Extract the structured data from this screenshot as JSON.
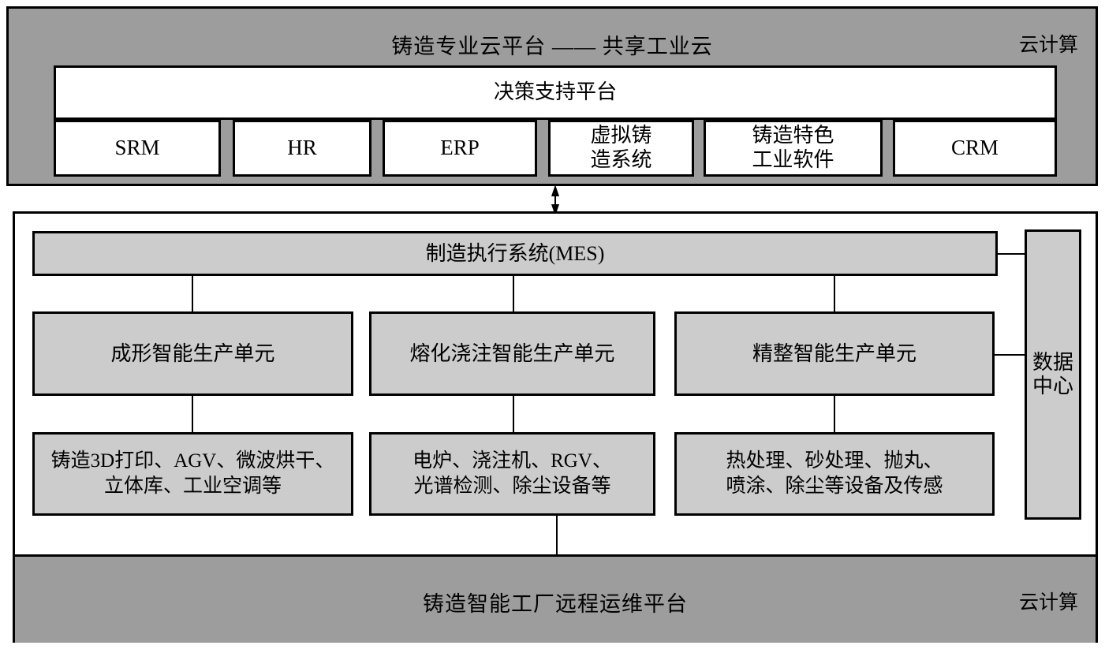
{
  "diagram": {
    "title_top": "铸造专业云平台 —— 共享工业云",
    "corner_top": "云计算",
    "corner_bottom": "云计算"
  },
  "cloud_platform": {
    "decision_platform": "决策支持平台",
    "modules": [
      {
        "label": "SRM",
        "script": "latin"
      },
      {
        "label": "HR",
        "script": "latin"
      },
      {
        "label": "ERP",
        "script": "latin"
      },
      {
        "label": "虚拟铸\n造系统",
        "script": "cjk"
      },
      {
        "label": "铸造特色\n工业软件",
        "script": "cjk"
      },
      {
        "label": "CRM",
        "script": "latin"
      }
    ]
  },
  "factory": {
    "mes": "制造执行系统(MES)",
    "data_center": "数据\n中心",
    "production_units": [
      "成形智能生产单元",
      "熔化浇注智能生产单元",
      "精整智能生产单元"
    ],
    "equipment": [
      "铸造3D打印、AGV、微波烘干、\n立体库、工业空调等",
      "电炉、浇注机、RGV、\n光谱检测、除尘设备等",
      "热处理、砂处理、抛丸、\n喷涂、除尘等设备及传感"
    ],
    "remote_ops_platform": "铸造智能工厂远程运维平台"
  },
  "colors": {
    "panel_gray": "#9d9d9d",
    "box_gray": "#cccccc",
    "box_white": "#ffffff",
    "line": "#000000"
  }
}
